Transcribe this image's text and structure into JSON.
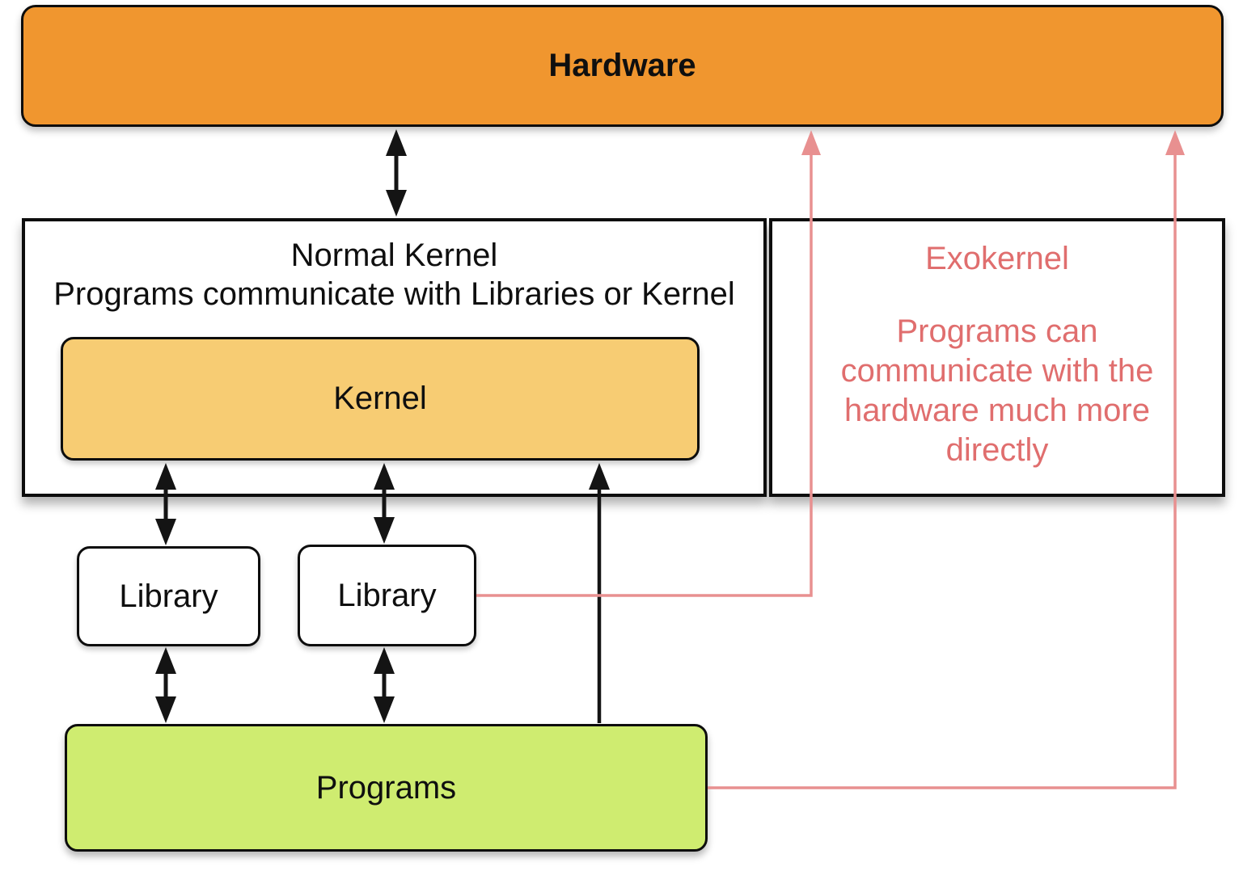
{
  "colors": {
    "hardware_fill": "#F0962F",
    "kernel_fill": "#F7CC73",
    "programs_fill": "#CFEC70",
    "panel_bg": "#FFFFFF",
    "box_border": "#0d0d0d",
    "black_arrow": "#141414",
    "pink_line": "#E89090",
    "pink_text": "#E06E6E",
    "text": "#0f0f0f",
    "page_bg": "#FFFFFF"
  },
  "nodes": {
    "hardware": {
      "label": "Hardware"
    },
    "normal_panel": {
      "title": "Normal Kernel",
      "subtitle": "Programs communicate with Libraries or Kernel"
    },
    "kernel": {
      "label": "Kernel"
    },
    "exokernel_panel": {
      "title": "Exokernel",
      "body_lines": [
        "Programs can",
        "communicate with the",
        "hardware much more",
        "directly"
      ]
    },
    "library_left": {
      "label": "Library"
    },
    "library_right": {
      "label": "Library"
    },
    "programs": {
      "label": "Programs"
    }
  }
}
